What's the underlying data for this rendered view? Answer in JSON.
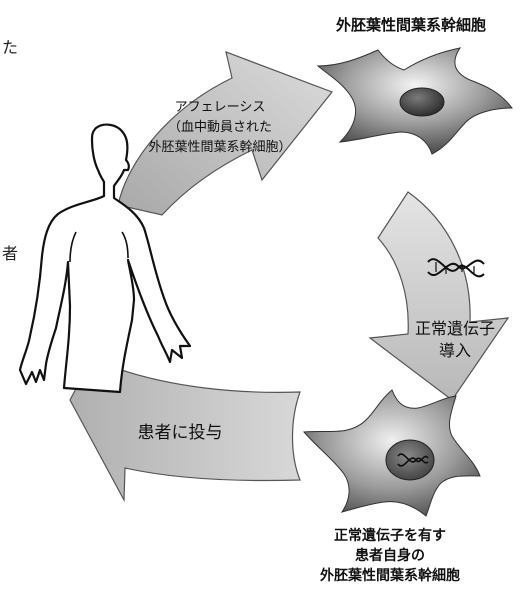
{
  "top_cell_label": "外胚葉性間葉系幹細胞",
  "apheresis_label": {
    "line1": "アフェレーシス",
    "line2": "（血中動員された",
    "line3": "外胚葉性間葉系幹細胞）"
  },
  "gene_transfer_label": {
    "line1": "正常遺伝子",
    "line2": "導入"
  },
  "administration_label": "患者に投与",
  "bottom_cell_label": {
    "line1": "正常遺伝子を有す",
    "line2": "患者自身の",
    "line3": "外胚葉性間葉系幹細胞"
  },
  "edge_fragments": [
    "た",
    "者"
  ],
  "colors": {
    "arrow_fill": "#c4c4c4",
    "arrow_stroke": "#555555",
    "cell_dark": "#4a4a4a",
    "cell_light": "#d8d8d8",
    "outline": "#111111"
  },
  "icons": [
    "person-silhouette-icon",
    "dna-helix-icon",
    "stem-cell-icon"
  ]
}
